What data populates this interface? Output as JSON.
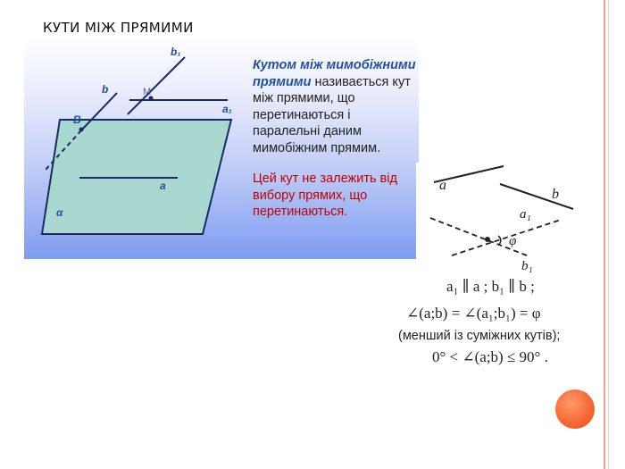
{
  "slide": {
    "title": "КУТИ МІЖ ПРЯМИМИ"
  },
  "left_figure": {
    "labels": {
      "b1": "b₁",
      "b": "b",
      "M": "M",
      "a1": "a₁",
      "B": "B",
      "a": "a",
      "alpha": "α"
    },
    "definition": {
      "term": "Кутом між мимобіжними прямими",
      "rest": " називається кут між прямими, що перетинаються і паралельні даним мимобіжним прямим.",
      "note": "Цей кут не залежить від вибору прямих, що перетинаються."
    }
  },
  "right_figure": {
    "labels": {
      "a": "a",
      "b": "b",
      "a1": "a₁",
      "phi": "φ",
      "b1": "b₁"
    }
  },
  "formulas": {
    "parallel": "a₁ ∥ a ;  b₁ ∥ b ;",
    "angle": "∠(a;b)  =  ∠(a₁;b₁)  =  φ",
    "note": "(менший із суміжних кутів);",
    "range": "0° <  ∠(a;b) ≤ 90° ."
  },
  "colors": {
    "accent_circle": "#f56a36",
    "border": "#e8a894",
    "label_blue": "#1f4fa6",
    "note_red": "#c00000",
    "plane_fill": "#a8d8cf"
  }
}
